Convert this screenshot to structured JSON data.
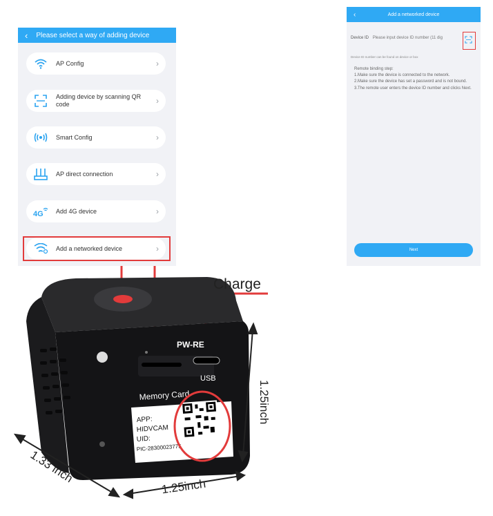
{
  "left_screen": {
    "header": "Please select a way of adding device",
    "options": [
      {
        "label": "AP Config",
        "icon": "wifi-icon"
      },
      {
        "label": "Adding device by scanning QR code",
        "icon": "qr-scan-icon"
      },
      {
        "label": "Smart Config",
        "icon": "broadcast-icon"
      },
      {
        "label": "AP direct connection",
        "icon": "router-icon"
      },
      {
        "label": "Add 4G device",
        "icon": "4g-icon"
      },
      {
        "label": "Add a networked device",
        "icon": "cloud-wifi-icon"
      }
    ]
  },
  "right_screen": {
    "header": "Add a networked device",
    "device_id_label": "Device ID",
    "device_id_placeholder": "Please input device ID number (11 dig",
    "hint": "Device ID number can be found on device or box",
    "steps": [
      "Remote binding step:",
      "1.Make sure the device is connected to the network.",
      "2.Make sure the device has set a password and is not bound.",
      "3.The remote user enters the device ID number and clicks Next."
    ],
    "next_label": "Next"
  },
  "product": {
    "charge_label": "Charge",
    "port_label": "PW-RE",
    "memory_label": "Memory Card",
    "usb_label": "USB",
    "label_line1": "APP:",
    "label_line2": "HIDVCAM",
    "label_line3": "UID:",
    "label_line4": "PIC-28300023775",
    "dim_width": "1.25inch",
    "dim_depth": "1.33 inch",
    "dim_height": "1.25inch"
  },
  "colors": {
    "accent": "#2fa9f4",
    "highlight": "#e23b3b",
    "camera_body": "#1d1d1f"
  }
}
